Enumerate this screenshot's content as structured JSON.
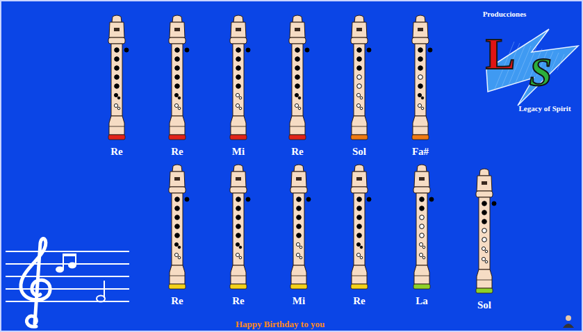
{
  "diagram": {
    "caption": "Happy Birthday to you",
    "labels": [
      "Re",
      "Re",
      "Mi",
      "Re",
      "Sol",
      "Fa#",
      "Re",
      "Re",
      "Mi",
      "Re",
      "La",
      "Sol",
      "Producciones",
      "L",
      "S",
      "Legacy of Spirit"
    ]
  }
}
